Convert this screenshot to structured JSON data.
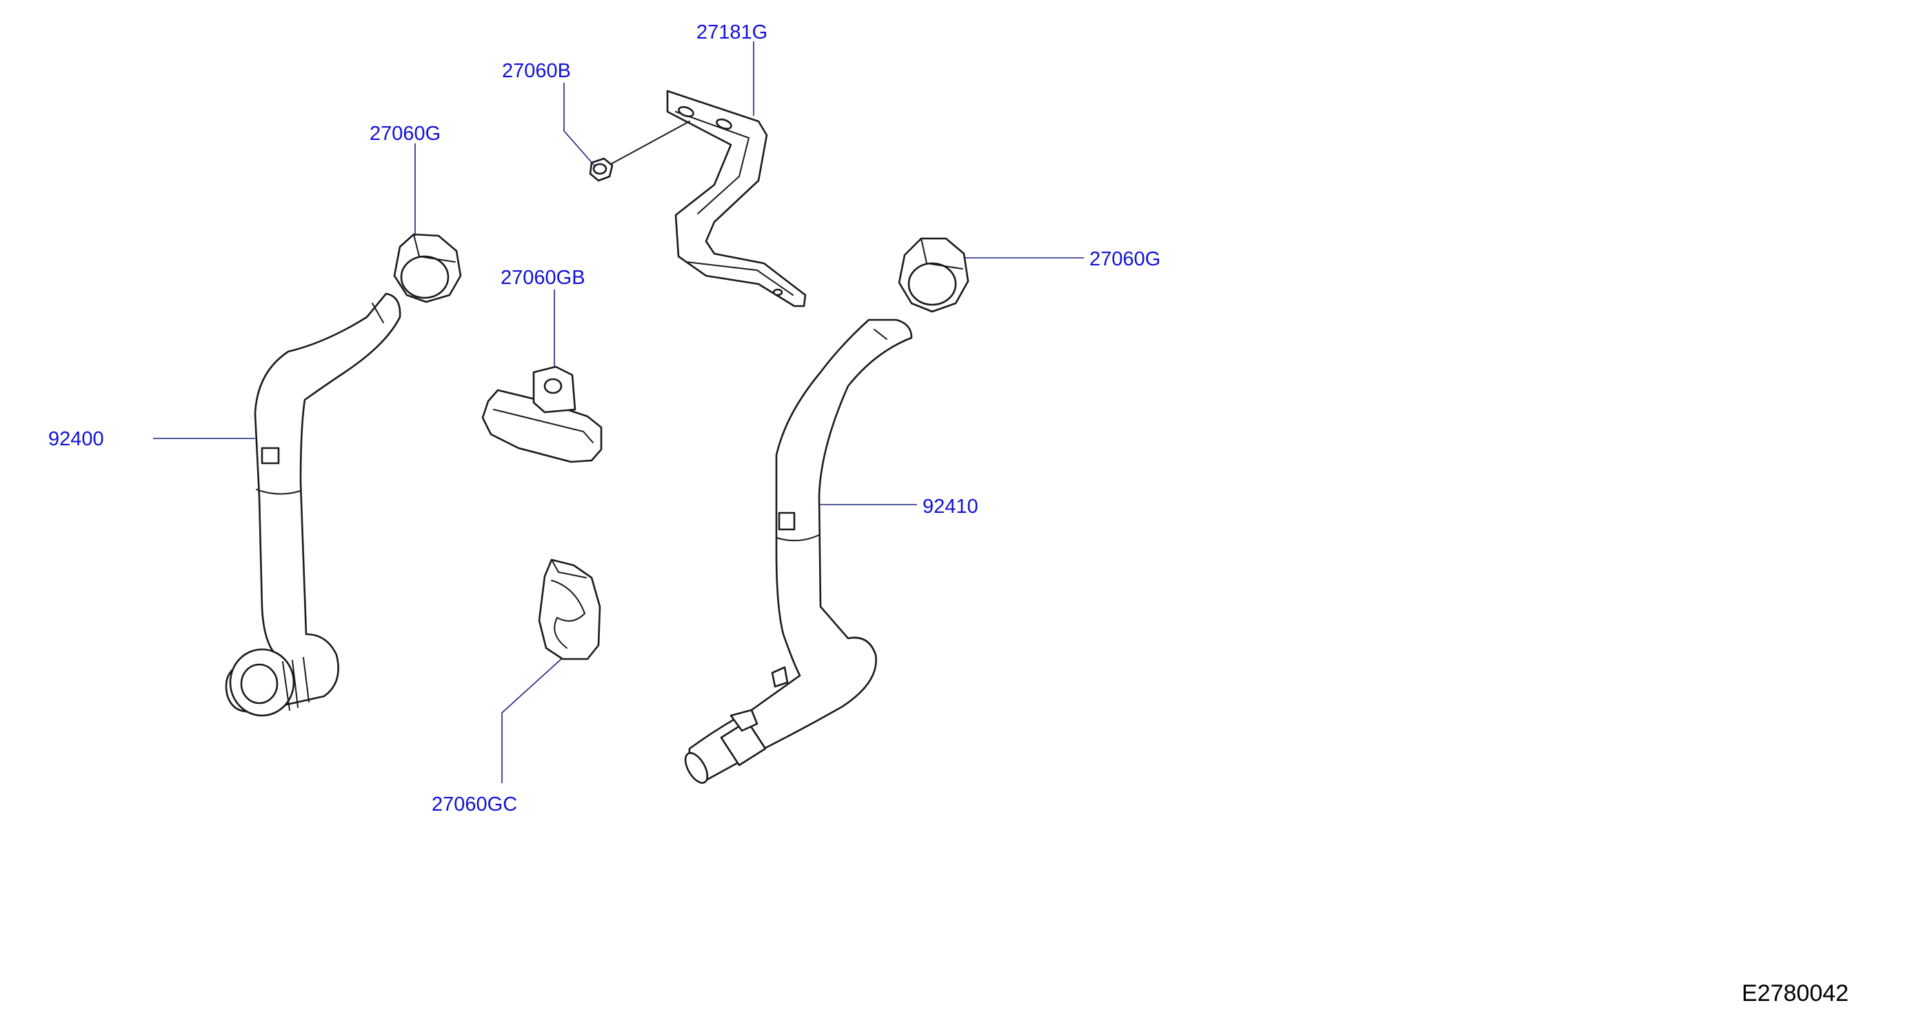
{
  "colors": {
    "label": "#1010d8",
    "diagram_code": "#000000",
    "line": "#1a1a1a",
    "leader": "#1a237e"
  },
  "labels": {
    "bracket": "27181G",
    "bolt": "27060B",
    "clamp_left": "27060G",
    "clamp_right": "27060G",
    "clip_upper": "27060GB",
    "clip_lower": "27060GC",
    "hose_left": "92400",
    "hose_right": "92410"
  },
  "diagram_code": "E2780042"
}
